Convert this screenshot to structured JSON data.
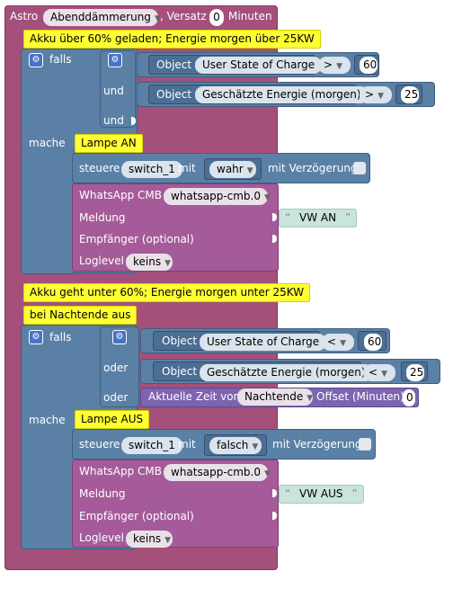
{
  "astro": {
    "label": "Astro",
    "event": "Abenddämmerung",
    "versatz_label": ", Versatz",
    "versatz_value": "0",
    "minuten": "Minuten"
  },
  "block1": {
    "comment": "Akku über 60% geladen; Energie morgen über 25KW",
    "falls": "falls",
    "cond1": {
      "object": "Object",
      "id": "User State of Charge",
      "op": ">",
      "value": "60"
    },
    "und1": "und",
    "cond2": {
      "object": "Object",
      "id": "Geschätzte Energie (morgen)",
      "op": ">",
      "value": "25"
    },
    "und2": "und",
    "mache": "mache",
    "lamp_comment": "Lampe AN",
    "steuere": {
      "label": "steuere",
      "device": "switch_1",
      "mit": "mit",
      "value": "wahr",
      "delay": "mit Verzögerung"
    },
    "whatsapp": {
      "label": "WhatsApp CMB",
      "instance": "whatsapp-cmb.0",
      "meldung": "Meldung",
      "message": "VW AN",
      "empfaenger": "Empfänger (optional)",
      "loglevel": "Loglevel",
      "loglevel_value": "keins"
    }
  },
  "block2": {
    "comment1": "Akku geht unter 60%; Energie morgen unter 25KW",
    "comment2": "bei Nachtende aus",
    "falls": "falls",
    "cond1": {
      "object": "Object",
      "id": "User State of Charge",
      "op": "<",
      "value": "60"
    },
    "oder1": "oder",
    "cond2": {
      "object": "Object",
      "id": "Geschätzte Energie (morgen)",
      "op": "<",
      "value": "25"
    },
    "oder2": "oder",
    "time": {
      "label": "Aktuelle Zeit von",
      "event": "Nachtende",
      "offset": "Offset (Minuten)",
      "offset_value": "0"
    },
    "mache": "mache",
    "lamp_comment": "Lampe  AUS",
    "steuere": {
      "label": "steuere",
      "device": "switch_1",
      "mit": "mit",
      "value": "falsch",
      "delay": "mit Verzögerung"
    },
    "whatsapp": {
      "label": "WhatsApp CMB",
      "instance": "whatsapp-cmb.0",
      "meldung": "Meldung",
      "message": "VW AUS",
      "empfaenger": "Empfänger (optional)",
      "loglevel": "Loglevel",
      "loglevel_value": "keins"
    }
  },
  "icons": {
    "gear": "gear-icon",
    "quote_open": "“",
    "quote_close": "”",
    "dropdown_arrow": "▾"
  },
  "colors": {
    "event_block": "#a5507b",
    "logic_block": "#5b80a5",
    "comment": "#ffff33",
    "whatsapp_block": "#a55b99",
    "time_block": "#7d64b0",
    "string_block": "#c9e4dc"
  }
}
